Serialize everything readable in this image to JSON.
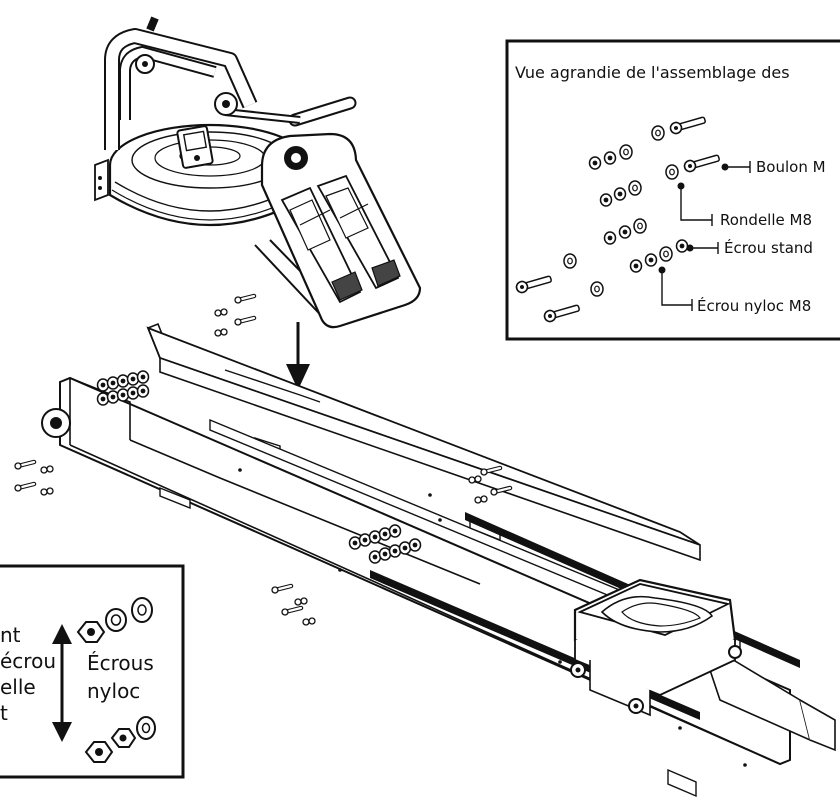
{
  "colors": {
    "ink": "#111111",
    "paper": "#ffffff",
    "shade": "#d9d9d9"
  },
  "callout_top": {
    "title": "Vue agrandie de l'assemblage des",
    "labels": {
      "bolt": "Boulon M",
      "washer": "Rondelle M8",
      "standard_nut": "Écrou stand",
      "nyloc_nut": "Écrou nyloc M8"
    }
  },
  "callout_bottom": {
    "cut_text": [
      "nt",
      "écrou",
      "elle",
      "t"
    ],
    "nyloc_label_line1": "Écrous",
    "nyloc_label_line2": "nyloc"
  },
  "icons": {
    "assembly_arrow": "arrow-down-icon",
    "order_arrow": "double-arrow-icon"
  }
}
